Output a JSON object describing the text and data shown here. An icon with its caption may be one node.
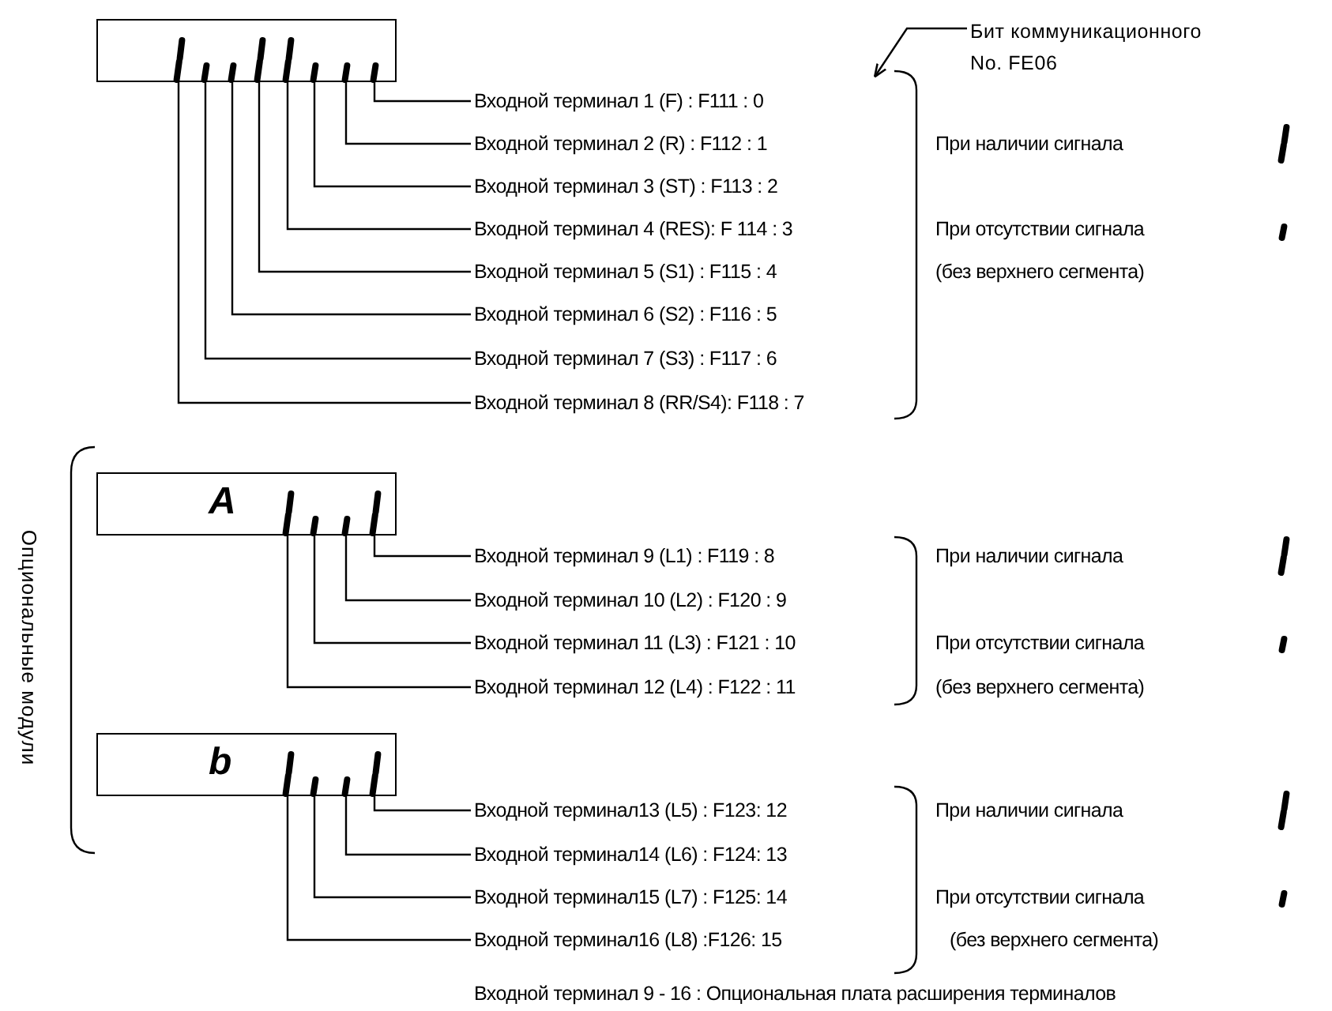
{
  "diagram": {
    "nodes": [
      {
        "text": [],
        "shape": "box"
      },
      {
        "text": [],
        "shape": "bar",
        "in": 0
      },
      {
        "text": [],
        "shape": "bar",
        "in": 0
      },
      {
        "text": [],
        "shape": "bar",
        "in": 0
      },
      {
        "text": [],
        "shape": "bar",
        "in": 0
      },
      {
        "text": [],
        "shape": "bar",
        "in": 0
      },
      {
        "text": [],
        "shape": "bar",
        "in": 0
      },
      {
        "text": [],
        "shape": "bar",
        "in": 0
      },
      {
        "text": [],
        "shape": "bar",
        "in": 0
      },
      {
        "text": [
          "Входной терминал 1 (F) : F111 : 0"
        ]
      },
      {
        "text": [
          "Входной терминал 2 (R) : F112 : 1"
        ]
      },
      {
        "text": [
          "Входной терминал 3 (ST) : F113 : 2"
        ]
      },
      {
        "text": [
          "Входной терминал 4 (RES): F 114 : 3"
        ]
      },
      {
        "text": [
          "Входной терминал 5 (S1) : F115 : 4"
        ]
      },
      {
        "text": [
          "Входной терминал 6 (S2) : F116 : 5"
        ]
      },
      {
        "text": [
          "Входной терминал 7 (S3) : F117 : 6"
        ]
      },
      {
        "text": [
          "Входной терминал 8 (RR/S4): F118 : 7"
        ]
      },
      {
        "text": [
          "Бит коммуникационного No. FE06"
        ]
      },
      {
        "text": [
          "A"
        ]
      },
      {
        "text": [],
        "shape": "bar",
        "in": 18
      },
      {
        "text": [],
        "shape": "bar",
        "in": 18
      },
      {
        "text": [],
        "shape": "bar",
        "in": 18
      },
      {
        "text": [],
        "shape": "bar",
        "in": 18
      },
      {
        "text": [
          "Входной терминал 9 (L1) : F119 : 8"
        ]
      },
      {
        "text": [
          "Входной терминал 10 (L2) : F120 : 9"
        ]
      },
      {
        "text": [
          "Входной терминал 11 (L3) : F121 : 10"
        ]
      },
      {
        "text": [
          "Входной терминал 12 (L4) : F122 : 11"
        ]
      },
      {
        "text": [
          "b"
        ]
      },
      {
        "text": [],
        "shape": "bar",
        "in": 27
      },
      {
        "text": [],
        "shape": "bar",
        "in": 27
      },
      {
        "text": [],
        "shape": "bar",
        "in": 27
      },
      {
        "text": [],
        "shape": "bar",
        "in": 27
      },
      {
        "text": [
          "Входной терминал13 (L5) : F123: 12"
        ]
      },
      {
        "text": [
          "Входной терминал14 (L6) : F124: 13"
        ]
      },
      {
        "text": [
          "Входной терминал15 (L7) : F125: 14"
        ]
      },
      {
        "text": [
          "Входной терминал16 (L8) :F126: 15"
        ]
      },
      {
        "text": [],
        "shape": "bracket"
      }
    ],
    "edges": [
      {
        "from": 9,
        "to": 8,
        "arrow": "none"
      },
      {
        "from": 10,
        "to": 7,
        "arrow": "none"
      },
      {
        "from": 11,
        "to": 6,
        "arrow": "none"
      },
      {
        "from": 12,
        "to": 5,
        "arrow": "none"
      },
      {
        "from": 13,
        "to": 4,
        "arrow": "none"
      },
      {
        "from": 14,
        "to": 3,
        "arrow": "none"
      },
      {
        "from": 15,
        "to": 2,
        "arrow": "none"
      },
      {
        "from": 16,
        "to": 1,
        "arrow": "none"
      },
      {
        "from": 17,
        "to": 36,
        "arrow": "to"
      },
      {
        "from": 23,
        "to": 22,
        "arrow": "none"
      },
      {
        "from": 24,
        "to": 21,
        "arrow": "none"
      },
      {
        "from": 25,
        "to": 20,
        "arrow": "none"
      },
      {
        "from": 26,
        "to": 19,
        "arrow": "none"
      },
      {
        "from": 32,
        "to": 31,
        "arrow": "none"
      },
      {
        "from": 33,
        "to": 30,
        "arrow": "none"
      },
      {
        "from": 34,
        "to": 29,
        "arrow": "none"
      },
      {
        "from": 35,
        "to": 28,
        "arrow": "none"
      }
    ],
    "labels": [
      "При наличии сигнала",
      "При отсутствии сигнала",
      "(без верхнего сегмента)",
      "Опциональные модули",
      "При наличии сигнала",
      "При отсутствии сигнала",
      "(без верхнего сегмента)",
      "При наличии сигнала",
      "При отсутствии сигнала",
      "(без верхнего сегмента)",
      "Входной терминал 9 - 16 : Опциональная плата расширения терминалов"
    ]
  }
}
